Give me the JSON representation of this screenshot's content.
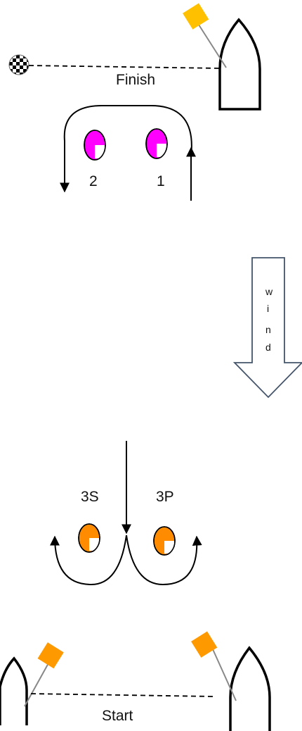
{
  "labels": {
    "finish": "Finish",
    "start": "Start",
    "wind_letters": [
      "w",
      "i",
      "n",
      "d"
    ]
  },
  "marks": [
    {
      "id": "1",
      "label": "1",
      "color": "#ff00ff"
    },
    {
      "id": "2",
      "label": "2",
      "color": "#ff00ff"
    },
    {
      "id": "3S",
      "label": "3S",
      "color": "#ff8c00"
    },
    {
      "id": "3P",
      "label": "3P",
      "color": "#ff8c00"
    }
  ],
  "flags": {
    "finish_boat": "#ffc000",
    "start_boats": "#ff9900"
  },
  "finish_flag_icon": "checkered-flag-icon",
  "wind_icon": "wind-arrow-icon"
}
